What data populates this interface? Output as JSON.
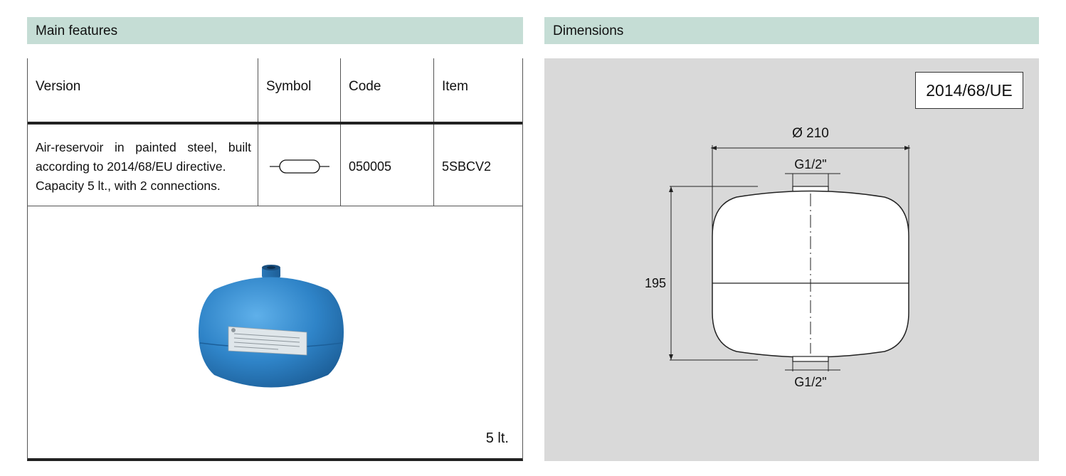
{
  "main_features": {
    "header": "Main features",
    "columns": {
      "version": "Version",
      "symbol": "Symbol",
      "code": "Code",
      "item": "Item"
    },
    "row": {
      "description_lines": [
        "Air-reservoir in painted steel, built",
        "according to 2014/68/EU directive.",
        "Capacity 5 lt., with 2 connections."
      ],
      "code": "050005",
      "item": "5SBCV2"
    },
    "photo_caption": "5 lt.",
    "product_color": "#2f84c8"
  },
  "dimensions": {
    "header": "Dimensions",
    "standard": "2014/68/UE",
    "diameter_label": "Ø 210",
    "height_label": "195",
    "top_connection_label": "G1/2\"",
    "bottom_connection_label": "G1/2\""
  },
  "colors": {
    "header_bg": "#c5ddd5",
    "panel_bg": "#d9d9d9"
  }
}
